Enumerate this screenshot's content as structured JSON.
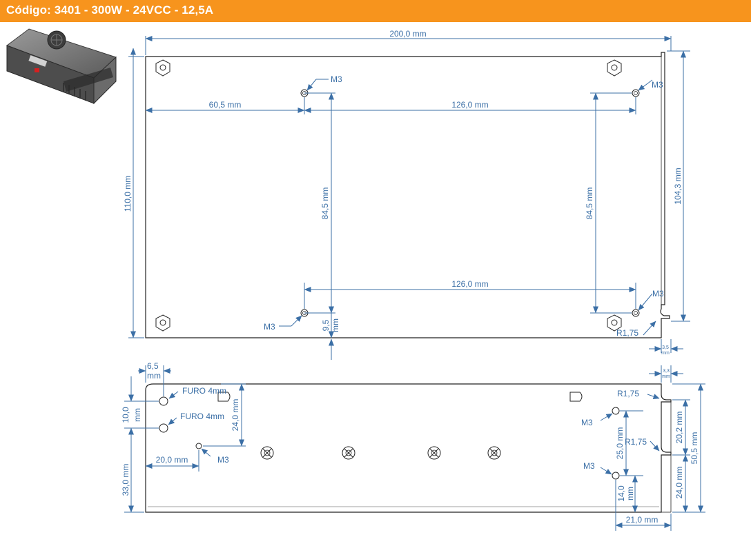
{
  "header": {
    "title": "Código: 3401 - 300W - 24VCC - 12,5A"
  },
  "colors": {
    "header_bg": "#f7941d",
    "dimension": "#3b6fa6",
    "outline": "#222222"
  },
  "product_photo": {
    "icon": "power-supply-photo"
  },
  "top_view": {
    "width": "200,0 mm",
    "height": "110,0 mm",
    "slot_height": "104,3 mm",
    "left_offset": "60,5 mm",
    "top_spacing": "126,0 mm",
    "bottom_spacing": "126,0 mm",
    "vertical_left": "84,5 mm",
    "vertical_right": "84,5 mm",
    "bottom_offset_a": "9,5",
    "bottom_offset_b": "mm",
    "radius": "R1,75",
    "slot_width_a": "3,5",
    "slot_width_b": "mm",
    "m3_top_left": "M3",
    "m3_top_right": "M3",
    "m3_bottom_left": "M3",
    "m3_bottom_right": "M3"
  },
  "side_view": {
    "edge_offset_a": "6,5",
    "edge_offset_b": "mm",
    "hole_spacing_a": "10,0",
    "hole_spacing_b": "mm",
    "hole_label_1": "FURO 4mm",
    "hole_label_2": "FURO 4mm",
    "vertical_24": "24,0 mm",
    "left_height": "33,0 mm",
    "left_offset": "20,0 mm",
    "m3_left": "M3",
    "right_m3_top": "M3",
    "right_m3_bottom": "M3",
    "right_spacing": "25,0 mm",
    "bottom_offset_a": "14,0",
    "bottom_offset_b": "mm",
    "right_offset": "21,0 mm",
    "radius_top": "R1,75",
    "radius_mid": "R1,75",
    "right_20": "20,2 mm",
    "right_24": "24,0 mm",
    "total_height": "50,5 mm",
    "slot_width_a": "3,3",
    "slot_width_b": "mm"
  }
}
